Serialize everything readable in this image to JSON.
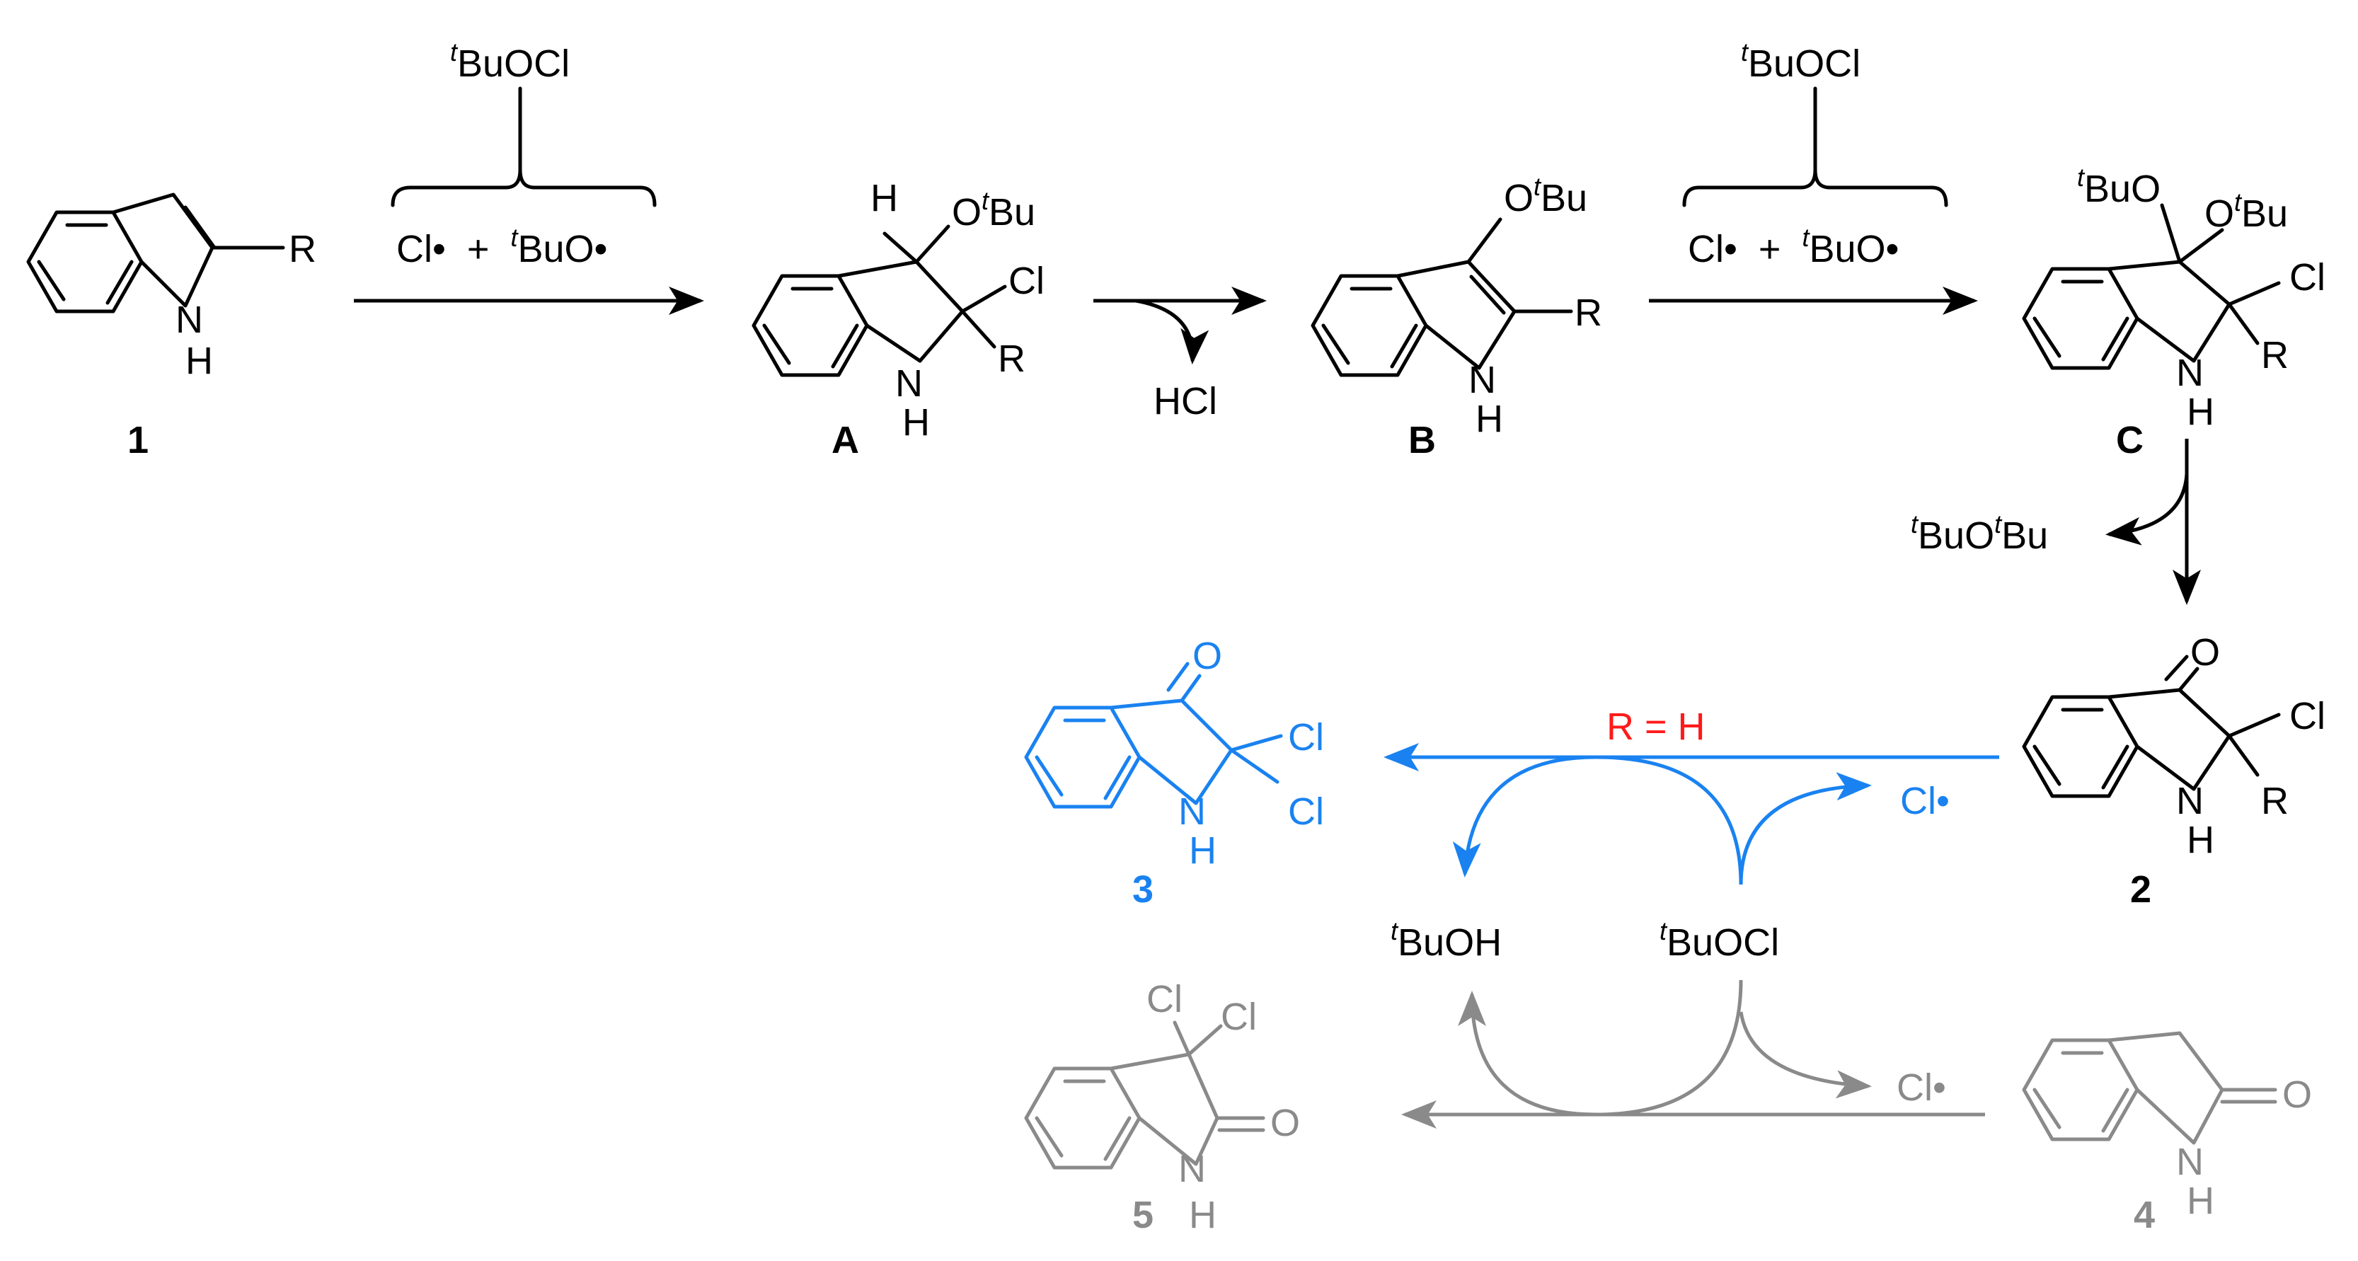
{
  "colors": {
    "black": "#000000",
    "highlight_blue": "#1a82f0",
    "muted_grey": "#8a8a8a",
    "condition_red": "#ff1a1a"
  },
  "compounds": {
    "c1": {
      "number": "1",
      "substituent": "R",
      "nh": "N",
      "h": "H"
    },
    "A": {
      "number": "A",
      "h_top": "H",
      "o_tbu": "O",
      "tbu_sup": "t",
      "tbu": "Bu",
      "cl": "Cl",
      "r": "R",
      "n": "N",
      "h": "H"
    },
    "B": {
      "number": "B",
      "o_tbu": "O",
      "tbu_sup": "t",
      "tbu": "Bu",
      "r": "R",
      "n": "N",
      "h": "H"
    },
    "C": {
      "number": "C",
      "o1": "O",
      "o1_sup": "t",
      "o1_pre": "Bu",
      "o2": "O",
      "o2_sup": "t",
      "o2_tbu": "Bu",
      "cl": "Cl",
      "r": "R",
      "n": "N",
      "h": "H"
    },
    "c2": {
      "number": "2",
      "o": "O",
      "cl": "Cl",
      "r": "R",
      "n": "N",
      "h": "H"
    },
    "c3": {
      "number": "3",
      "o": "O",
      "cl1": "Cl",
      "cl2": "Cl",
      "n": "N",
      "h": "H"
    },
    "c4": {
      "number": "4",
      "o": "O",
      "n": "N",
      "h": "H"
    },
    "c5": {
      "number": "5",
      "cl1": "Cl",
      "cl2": "Cl",
      "o": "O",
      "n": "N",
      "h": "H"
    }
  },
  "reagents": {
    "step1_top_sup": "t",
    "step1_top": "BuOCl",
    "step1_bottom_cl": "Cl•",
    "step1_bottom_plus": "+",
    "step1_bottom_sup": "t",
    "step1_bottom_rad": "BuO•",
    "step2_byproduct": "HCl",
    "step3_top_sup": "t",
    "step3_top": "BuOCl",
    "step3_bottom_cl": "Cl•",
    "step3_bottom_plus": "+",
    "step3_bottom_sup": "t",
    "step3_bottom_rad": "BuO•",
    "step4_byproduct_sup1": "t",
    "step4_byproduct_a": "BuO",
    "step4_byproduct_sup2": "t",
    "step4_byproduct_b": "Bu",
    "condition": "R = H",
    "cl_radical_blue": "Cl•",
    "tbuoh_sup": "t",
    "tbuoh": "BuOH",
    "tbuocl_sup": "t",
    "tbuocl": "BuOCl",
    "cl_radical_grey": "Cl•"
  }
}
